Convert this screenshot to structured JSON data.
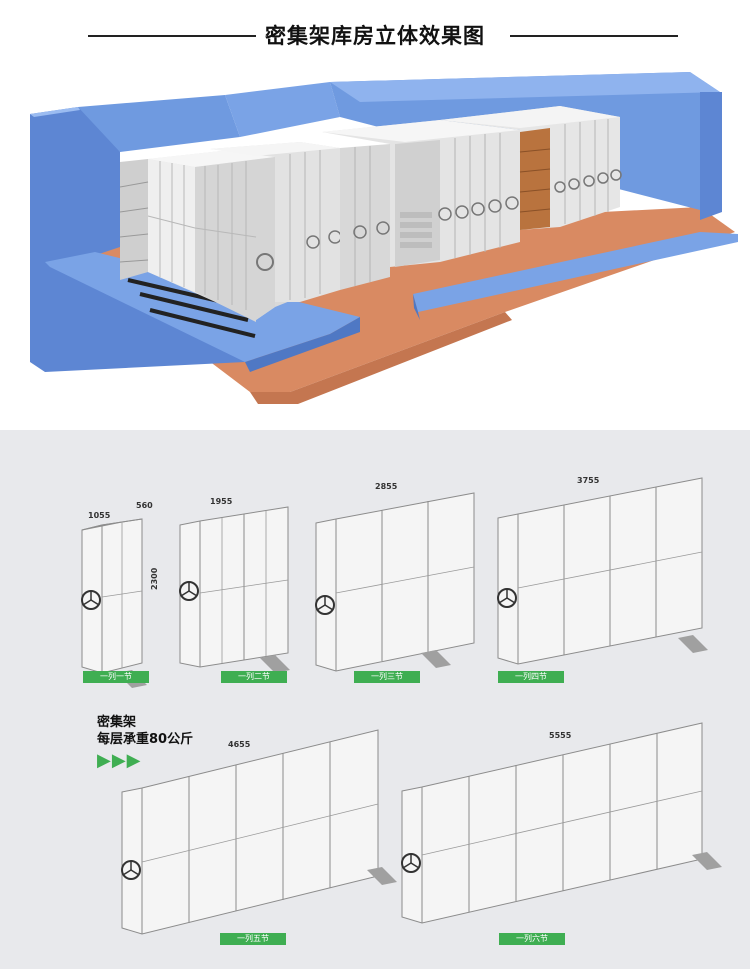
{
  "header": {
    "title": "密集架库房立体效果图"
  },
  "promo": {
    "line1": "密集架",
    "line2": "每层承重80公斤",
    "arrows": "▶▶▶"
  },
  "units": [
    {
      "caption": "一列一节",
      "width_label": "1055",
      "depth_label": "560",
      "height_label": "2300"
    },
    {
      "caption": "一列二节",
      "width_label": "1955"
    },
    {
      "caption": "一列三节",
      "width_label": "2855"
    },
    {
      "caption": "一列四节",
      "width_label": "3755"
    },
    {
      "caption": "一列五节",
      "width_label": "4655"
    },
    {
      "caption": "一列六节",
      "width_label": "5555"
    }
  ],
  "colors": {
    "wall": "#6f9ae0",
    "floor": "#d98a62",
    "cabinet": "#eeeeee",
    "caption_bg": "#3fae52",
    "panel_bg": "#e8e9ec"
  }
}
